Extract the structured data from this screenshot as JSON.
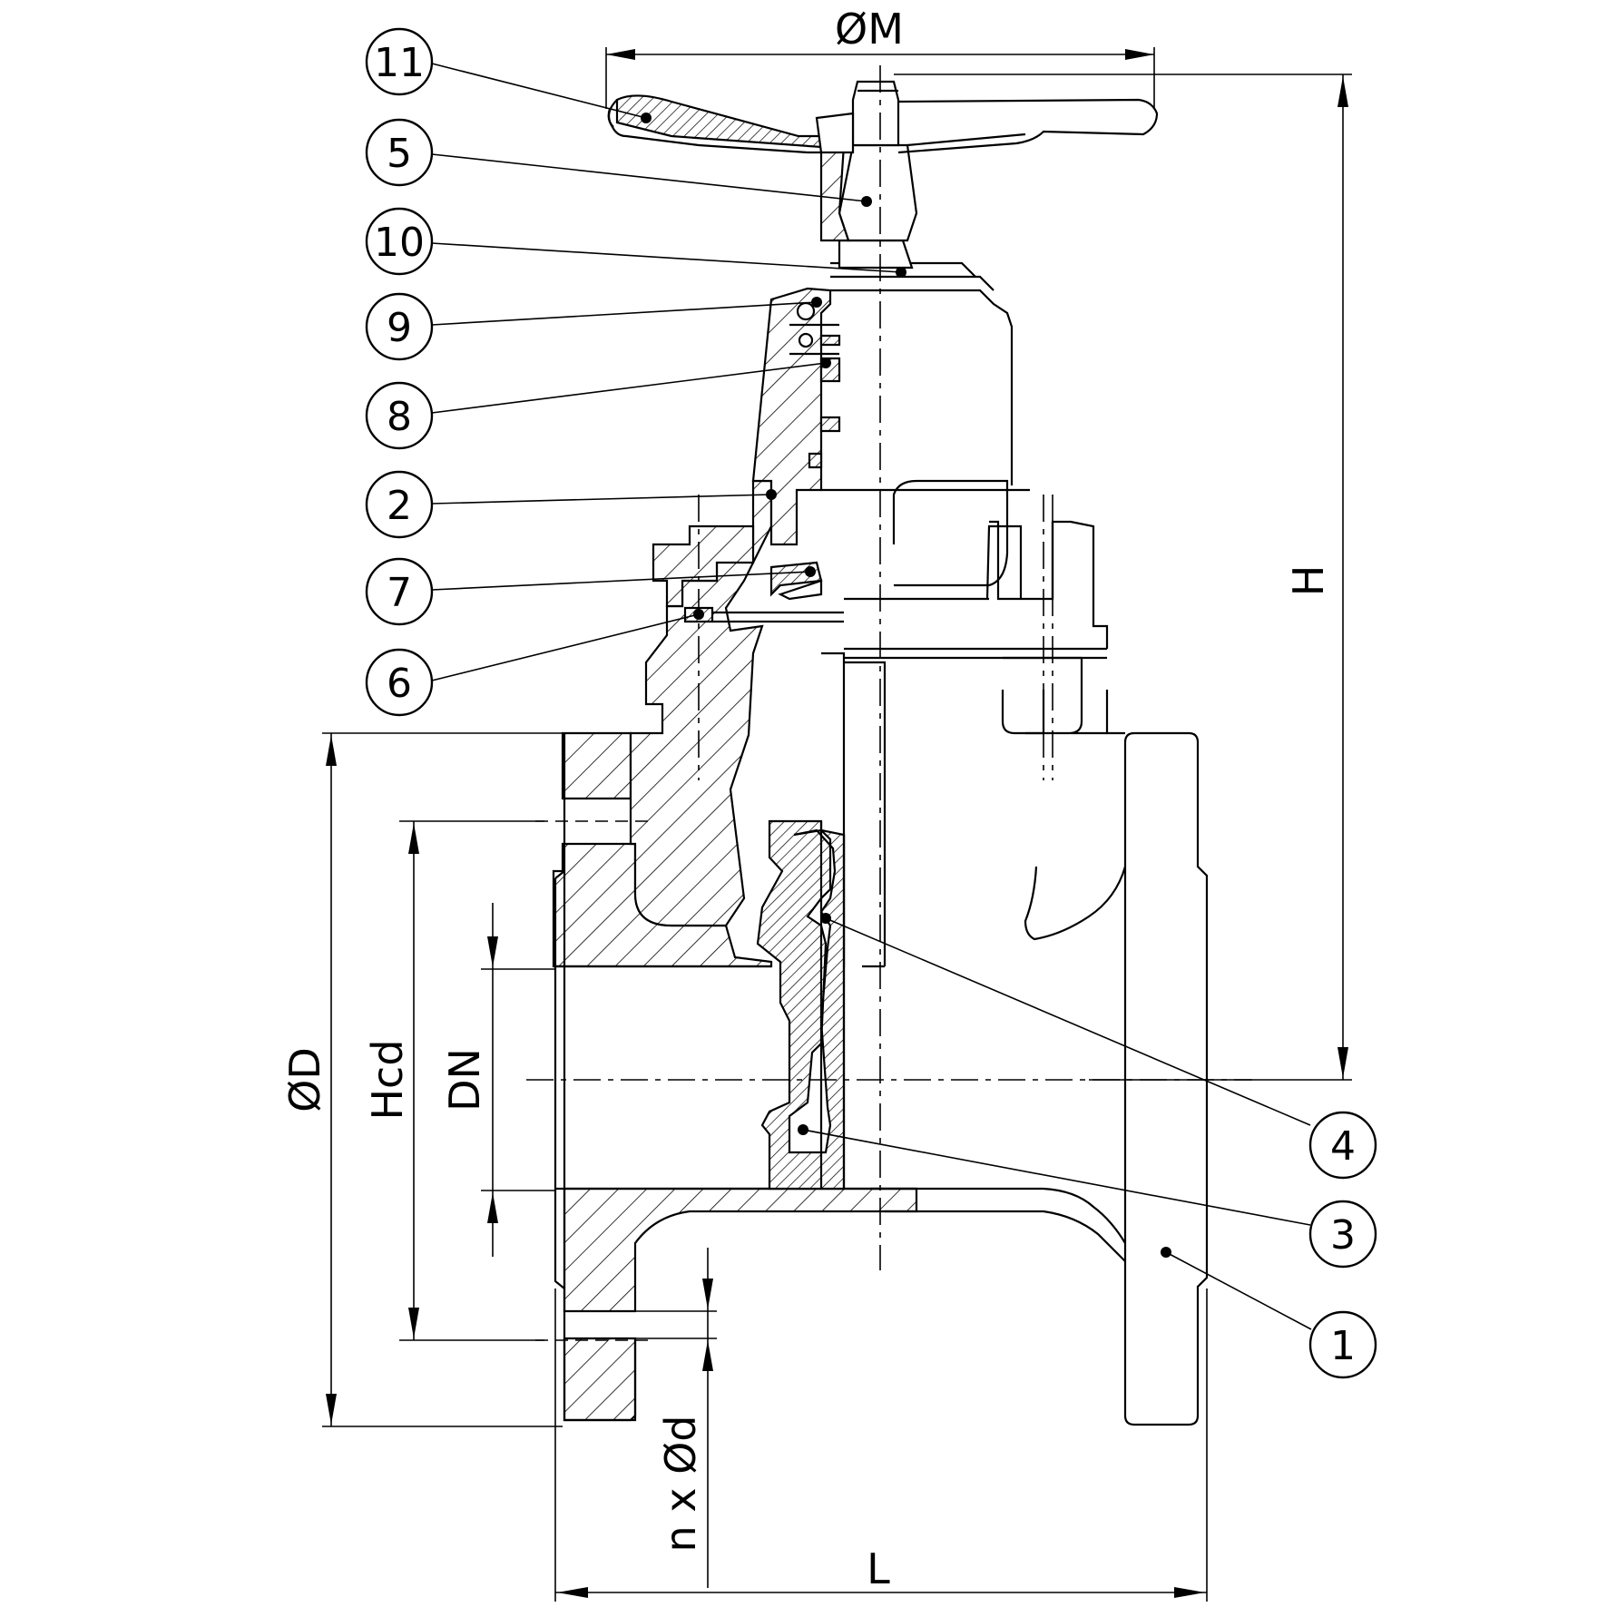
{
  "dimensions": {
    "phi_m": "ØM",
    "h": "H",
    "phi_d": "ØD",
    "hcd": "Hcd",
    "dn": "DN",
    "nx_phi_d": "n x Ød",
    "l": "L"
  },
  "callouts": [
    "11",
    "5",
    "10",
    "9",
    "8",
    "2",
    "7",
    "6",
    "4",
    "3",
    "1"
  ]
}
